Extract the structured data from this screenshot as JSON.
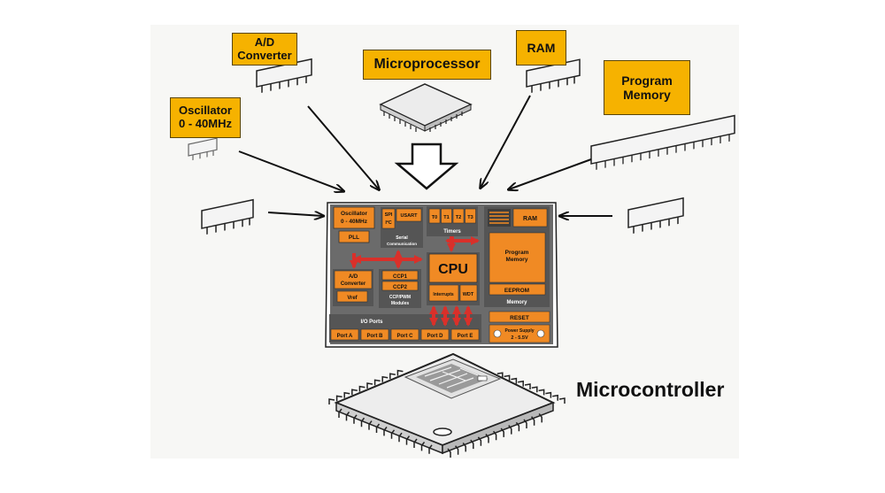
{
  "labels": {
    "ad_converter": "A/D\nConverter",
    "microprocessor": "Microprocessor",
    "ram": "RAM",
    "program_memory": "Program\nMemory",
    "oscillator": "Oscillator\n0 - 40MHz",
    "microcontroller": "Microcontroller"
  },
  "die": {
    "oscillator": [
      "Oscillator",
      "0 - 40MHz"
    ],
    "pll": "PLL",
    "spi": "SPI",
    "i2c": "I²C",
    "usart": "USART",
    "serial": [
      "Serial",
      "Communication"
    ],
    "timers": [
      "T0",
      "T1",
      "T2",
      "T3"
    ],
    "timers_label": "Timers",
    "ram": "RAM",
    "program_memory": [
      "Program",
      "Memory"
    ],
    "eeprom": "EEPROM",
    "memory": "Memory",
    "cpu": "CPU",
    "interrupts": "Interrupts",
    "wdt": "WDT",
    "ad": [
      "A/D",
      "Converter"
    ],
    "vref": "Vref",
    "ccp1": "CCP1",
    "ccp2": "CCP2",
    "ccp_label": [
      "CCP/PWM",
      "Modules"
    ],
    "io_ports": "I/O Ports",
    "ports": [
      "Port A",
      "Port B",
      "Port C",
      "Port D",
      "Port E"
    ],
    "reset": "RESET",
    "power_supply": [
      "Power Supply",
      "2 - 5.5V"
    ]
  },
  "colors": {
    "label_bg": "#f6b200",
    "module_orange": "#f08a24",
    "die_gray": "#6b6b6b",
    "bus_red": "#d9302a"
  }
}
